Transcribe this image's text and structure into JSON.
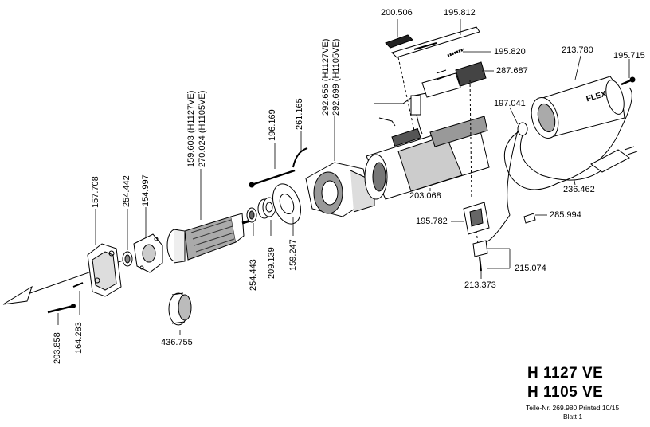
{
  "models": [
    "H 1127 VE",
    "H 1105 VE"
  ],
  "footer": {
    "parts_no": "Teile-Nr. 269.980  Printed 10/15",
    "sheet": "Blatt 1"
  },
  "brand": "FLEX",
  "parts": {
    "p200506": "200.506",
    "p195812": "195.812",
    "p195820": "195.820",
    "p213780": "213.780",
    "p195715": "195.715",
    "p287687": "287.687",
    "p197041": "197.041",
    "p236462": "236.462",
    "p285994": "285.994",
    "p195782": "195.782",
    "p215074": "215.074",
    "p213373": "213.373",
    "p203068": "203.068",
    "p292656": "292.656  (H1127VE)",
    "p292699": "292.699  (H1105VE)",
    "p261165": "261.165",
    "p196169": "196.169",
    "p159247": "159.247",
    "p209139": "209.139",
    "p254443": "254.443",
    "p159603": "159.603  (H1127VE)",
    "p270024": "270.024  (H1105VE)",
    "p436755": "436.755",
    "p154997": "154.997",
    "p254442": "254.442",
    "p157708": "157.708",
    "p164283": "164.283",
    "p203858": "203.858"
  }
}
